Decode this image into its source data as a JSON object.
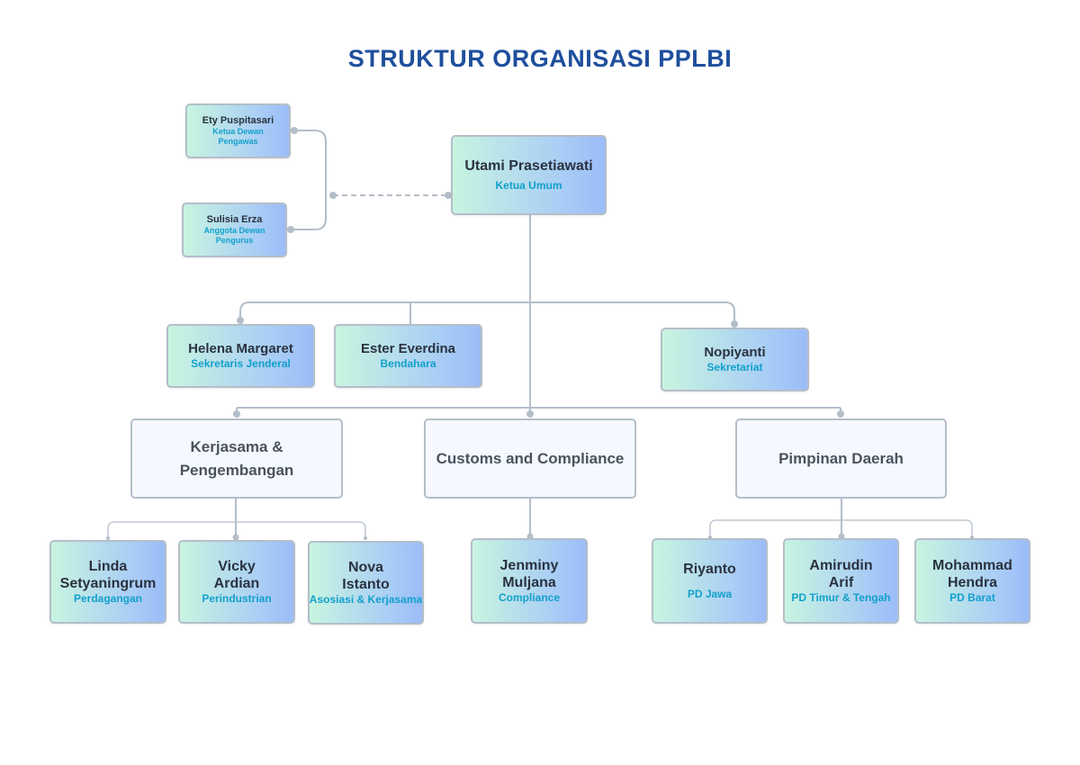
{
  "title": "STRUKTUR ORGANISASI PPLBI",
  "advisors": [
    {
      "name": "Ety Puspitasari",
      "role": "Ketua Dewan Pengawas"
    },
    {
      "name": "Sulisia Erza",
      "role": "Anggota Dewan Pengurus"
    }
  ],
  "chair": {
    "name": "Utami Prasetiawati",
    "role": "Ketua Umum"
  },
  "staff": [
    {
      "name": "Helena Margaret",
      "role": "Sekretaris Jenderal"
    },
    {
      "name": "Ester Everdina",
      "role": "Bendahara"
    },
    {
      "name": "Nopiyanti",
      "role": "Sekretariat"
    }
  ],
  "departments": [
    {
      "name": "Kerjasama & Pengembangan"
    },
    {
      "name": "Customs and Compliance"
    },
    {
      "name": "Pimpinan Daerah"
    }
  ],
  "members": [
    {
      "name": "Linda Setyaningrum",
      "role": "Perdagangan"
    },
    {
      "name": "Vicky Ardian",
      "role": "Perindustrian"
    },
    {
      "name": "Nova Istanto",
      "role": "Asosiasi & Kerjasama"
    },
    {
      "name": "Jenminy Muljana",
      "role": "Compliance"
    },
    {
      "name": "Riyanto",
      "role": "PD Jawa"
    },
    {
      "name": "Amirudin Arif",
      "role": "PD Timur & Tengah"
    },
    {
      "name": "Mohammad Hendra",
      "role": "PD Barat"
    }
  ],
  "colors": {
    "title": "#1f4f9c",
    "role_text": "#12a0cc",
    "connector": "#b4bec9",
    "node_gradient_start": "#c8f4e0",
    "node_gradient_end": "#9bbcf8"
  }
}
